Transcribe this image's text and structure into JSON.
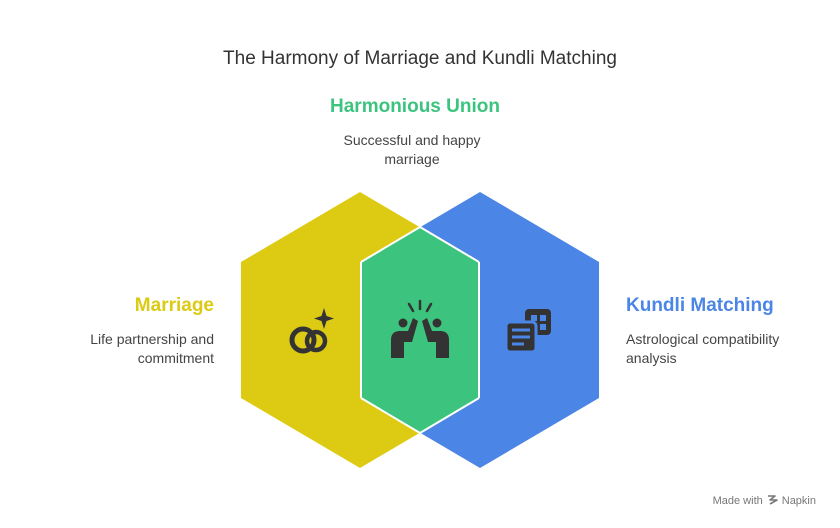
{
  "title": "The Harmony of Marriage and Kundli Matching",
  "center": {
    "heading": "Harmonious Union",
    "description": "Successful and happy marriage",
    "color": "#3CC47F",
    "icon": "high-five-icon"
  },
  "left": {
    "heading": "Marriage",
    "description": "Life partnership and commitment",
    "color": "#DDCA13",
    "icon": "rings-sparkle-icon"
  },
  "right": {
    "heading": "Kundli Matching",
    "description": "Astrological compatibility analysis",
    "color": "#4B85E5",
    "icon": "charts-calculation-icon"
  },
  "footer": {
    "made_with": "Made with",
    "brand": "Napkin",
    "icon": "napkin-logo-icon"
  }
}
